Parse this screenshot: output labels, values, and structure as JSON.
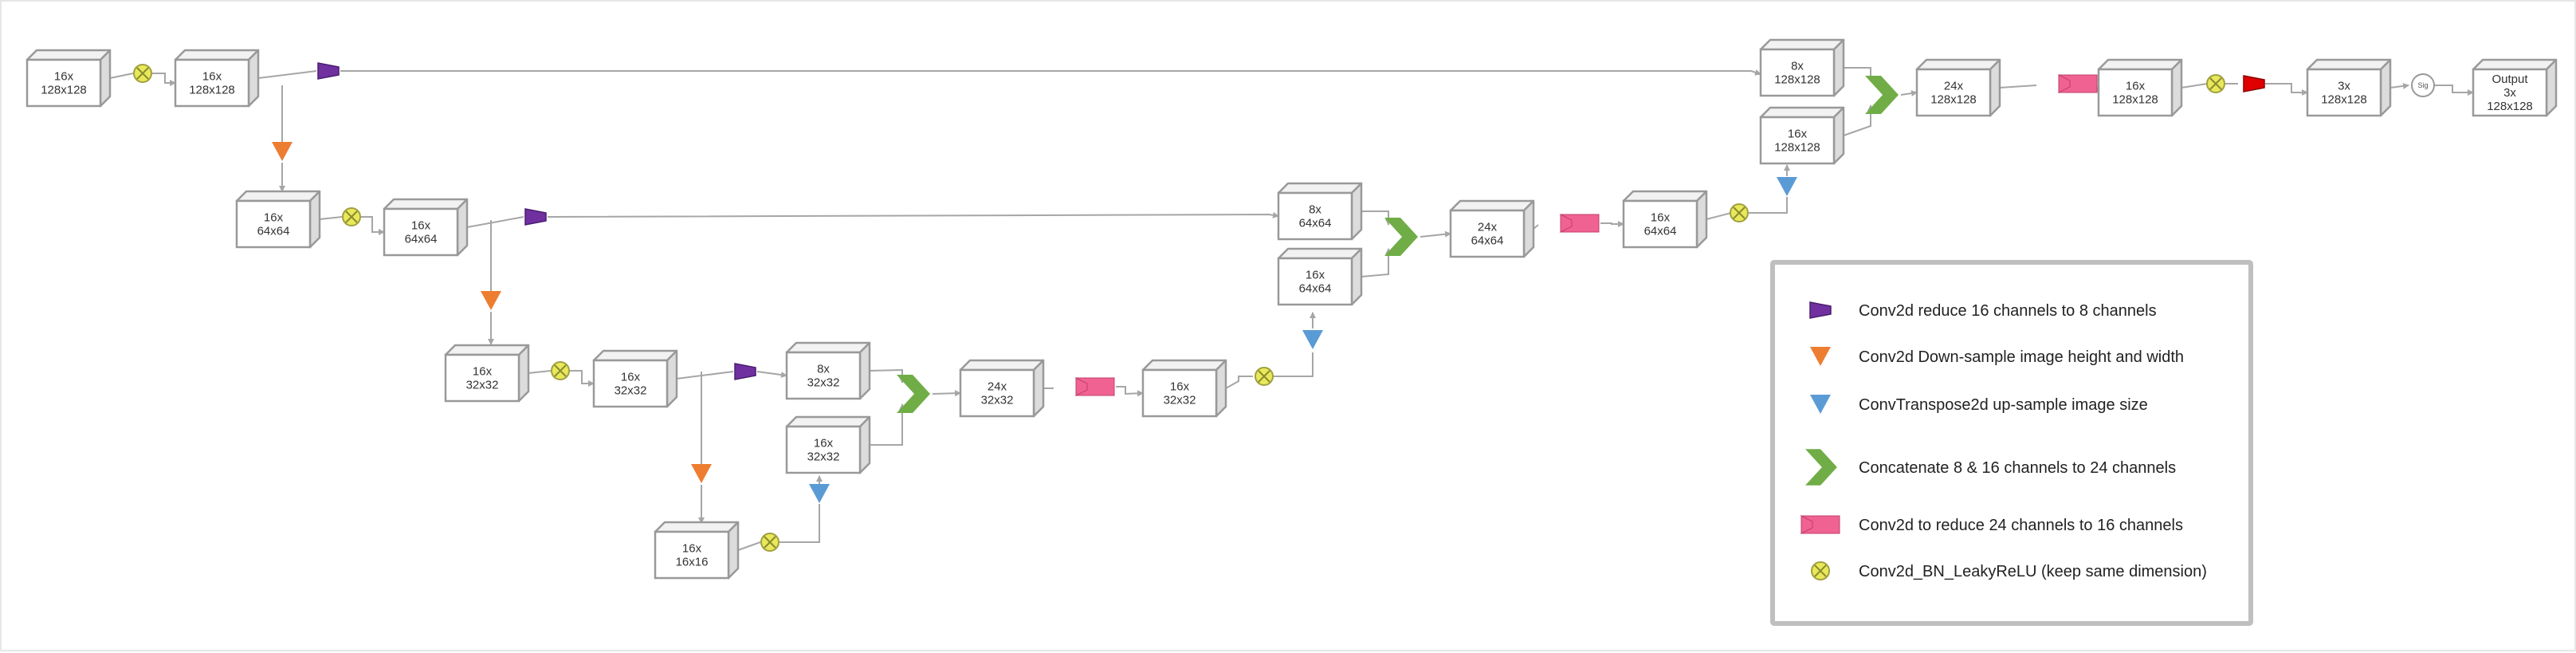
{
  "colors": {
    "box_stroke": "#999999",
    "box_front": "#ffffff",
    "box_top": "#f2f2f2",
    "box_side": "#dcdcdc",
    "arrow": "#a6a6a6",
    "reduce": "#7030a0",
    "downsample": "#ed7d31",
    "upsample": "#5b9bd5",
    "concat": "#70ad47",
    "reduce24": "#f06292",
    "conv_bn": "#e8e85a",
    "final_conv": "#e00000"
  },
  "blocks": [
    {
      "id": "b1",
      "lines": [
        "16x",
        "128x128"
      ]
    },
    {
      "id": "b2",
      "lines": [
        "16x",
        "128x128"
      ]
    },
    {
      "id": "b3",
      "lines": [
        "16x",
        "64x64"
      ]
    },
    {
      "id": "b4",
      "lines": [
        "16x",
        "64x64"
      ]
    },
    {
      "id": "b5",
      "lines": [
        "16x",
        "32x32"
      ]
    },
    {
      "id": "b6",
      "lines": [
        "16x",
        "32x32"
      ]
    },
    {
      "id": "b7",
      "lines": [
        "16x",
        "16x16"
      ]
    },
    {
      "id": "b8",
      "lines": [
        "8x",
        "32x32"
      ]
    },
    {
      "id": "b9",
      "lines": [
        "16x",
        "32x32"
      ]
    },
    {
      "id": "b10",
      "lines": [
        "24x",
        "32x32"
      ]
    },
    {
      "id": "b11",
      "lines": [
        "16x",
        "32x32"
      ]
    },
    {
      "id": "b12",
      "lines": [
        "8x",
        "64x64"
      ]
    },
    {
      "id": "b13",
      "lines": [
        "16x",
        "64x64"
      ]
    },
    {
      "id": "b14",
      "lines": [
        "24x",
        "64x64"
      ]
    },
    {
      "id": "b15",
      "lines": [
        "16x",
        "64x64"
      ]
    },
    {
      "id": "b16",
      "lines": [
        "8x",
        "128x128"
      ]
    },
    {
      "id": "b17",
      "lines": [
        "16x",
        "128x128"
      ]
    },
    {
      "id": "b18",
      "lines": [
        "24x",
        "128x128"
      ]
    },
    {
      "id": "b19",
      "lines": [
        "16x",
        "128x128"
      ]
    },
    {
      "id": "b20",
      "lines": [
        "3x",
        "128x128"
      ]
    },
    {
      "id": "b21",
      "lines": [
        "Output",
        "3x",
        "128x128"
      ]
    }
  ],
  "sigmoid_label": "Sig",
  "legend": [
    {
      "symbol": "reduce",
      "label": "Conv2d reduce 16 channels to 8 channels"
    },
    {
      "symbol": "downsample",
      "label": "Conv2d Down-sample image height and width"
    },
    {
      "symbol": "upsample",
      "label": "ConvTranspose2d up-sample image size"
    },
    {
      "symbol": "concat",
      "label": "Concatenate 8 & 16 channels to 24 channels"
    },
    {
      "symbol": "reduce24",
      "label": "Conv2d to reduce 24 channels to 16 channels"
    },
    {
      "symbol": "conv_bn",
      "label": "Conv2d_BN_LeakyReLU (keep same dimension)"
    }
  ]
}
